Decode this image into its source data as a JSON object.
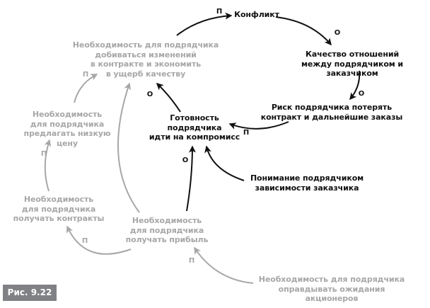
{
  "figure_label": "Рис. 9.22",
  "colors": {
    "dark": "#111111",
    "grey": "#a7a7a7",
    "label_bg": "#7f8184"
  },
  "nodes": {
    "conflict": "Конфликт",
    "relationship_quality": "Качество отношений\nмежду подрядчиком и заказчиком",
    "risk_losing": "Риск подрядчика потерять\nконтракт и дальнейшие заказы",
    "compromise": "Готовность\nподрядчика\nидти на компромисс",
    "understanding": "Понимание подрядчиком\nзависимости заказчика",
    "change_contract": "Необходимость для подрядчика\nдобиваться изменений\nв контракте и экономить\nв ущерб качеству",
    "low_price": "Необходимость\nдля подрядчика\nпредлагать низкую цену",
    "get_contracts": "Необходимость\nдля подрядчика\nполучать контракты",
    "get_profit": "Необходимость\nдля подрядчика\nполучать прибыль",
    "shareholders": "Необходимость для подрядчика\nоправдывать ожидания акционеров"
  },
  "polarities": {
    "change_to_conflict": "П",
    "conflict_to_quality": "О",
    "quality_to_risk": "О",
    "risk_to_compromise": "П",
    "compromise_to_change": "О",
    "understanding_to_compromise": "",
    "profit_to_compromise": "О",
    "profit_to_change": "",
    "lowprice_to_change": "П",
    "contracts_to_lowprice": "П",
    "profit_to_contracts": "П",
    "shareholders_to_profit": "П"
  }
}
